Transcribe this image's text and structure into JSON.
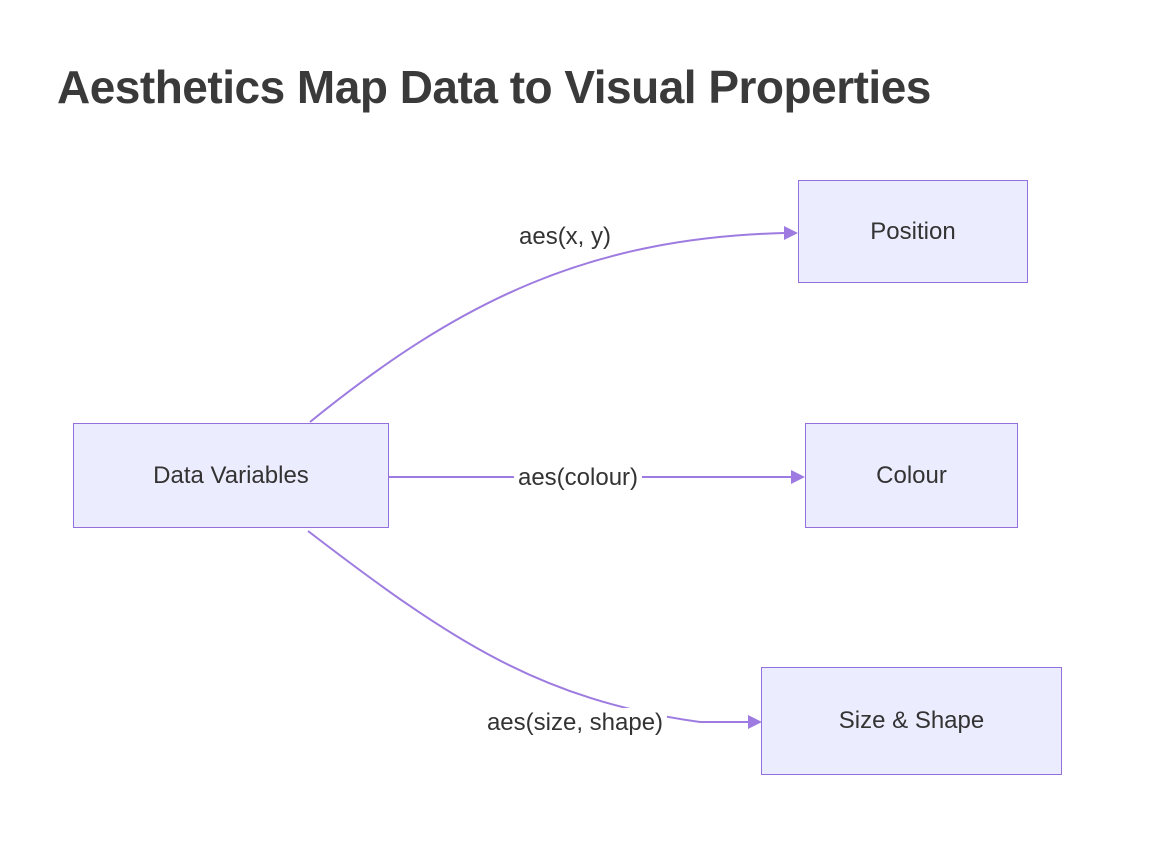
{
  "title": "Aesthetics Map Data to Visual Properties",
  "diagram": {
    "type": "flowchart",
    "nodes": [
      {
        "id": "data-variables",
        "label": "Data Variables"
      },
      {
        "id": "position",
        "label": "Position"
      },
      {
        "id": "colour",
        "label": "Colour"
      },
      {
        "id": "size-shape",
        "label": "Size & Shape"
      }
    ],
    "edges": [
      {
        "from": "data-variables",
        "to": "position",
        "label": "aes(x, y)"
      },
      {
        "from": "data-variables",
        "to": "colour",
        "label": "aes(colour)"
      },
      {
        "from": "data-variables",
        "to": "size-shape",
        "label": "aes(size, shape)"
      }
    ],
    "colors": {
      "node_fill": "#ECECFF",
      "node_border": "#9370DB",
      "edge_stroke": "#9D7BE0",
      "node_text": "#333333",
      "edge_label_text": "#333333",
      "title_text": "#3A3A3A",
      "background": "#FFFFFF"
    }
  }
}
